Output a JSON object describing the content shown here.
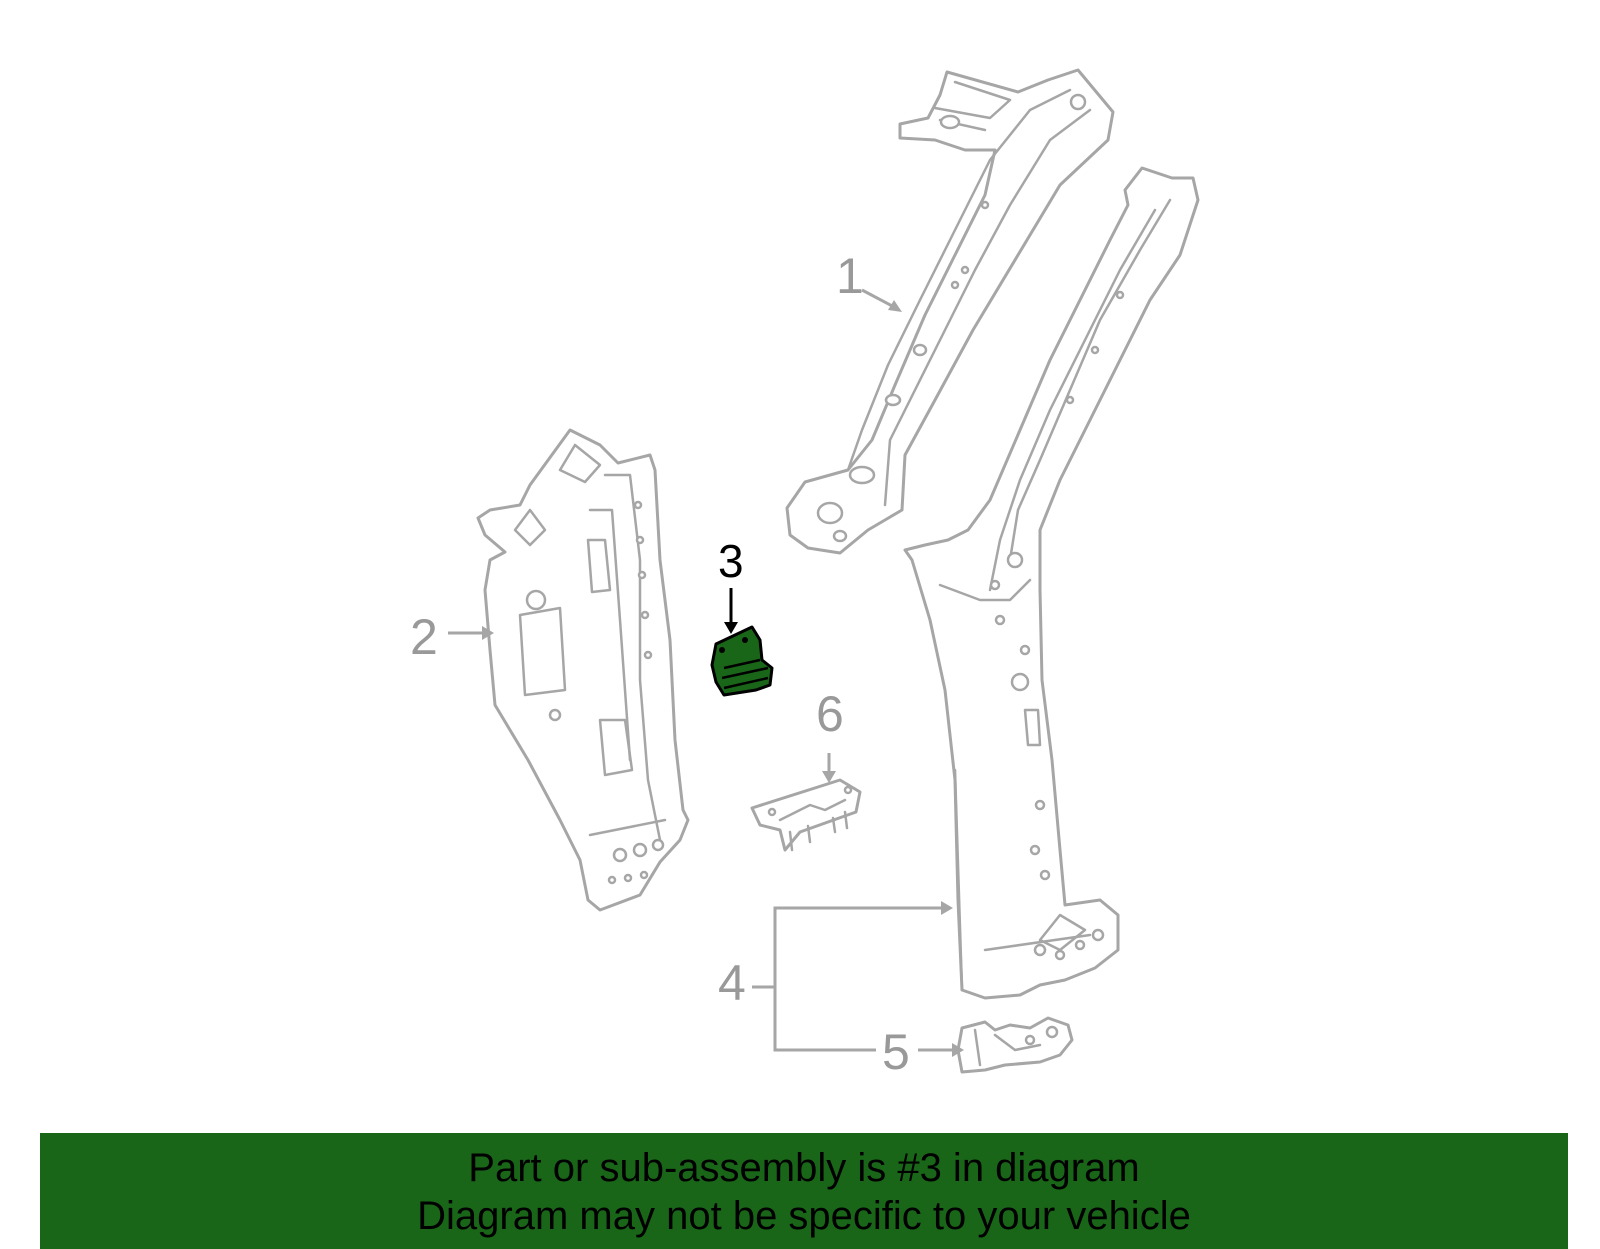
{
  "colors": {
    "highlight": "#196619",
    "outline": "#a6a6a6",
    "callout_text": "#999999",
    "banner_background": "#196619",
    "banner_text": "#000000"
  },
  "callouts": {
    "part1": "1",
    "part2": "2",
    "part3": "3",
    "part4": "4",
    "part5": "5",
    "part6": "6"
  },
  "banner": {
    "line1": "Part or sub-assembly is #3 in diagram",
    "line2": "Diagram may not be specific to your vehicle"
  }
}
